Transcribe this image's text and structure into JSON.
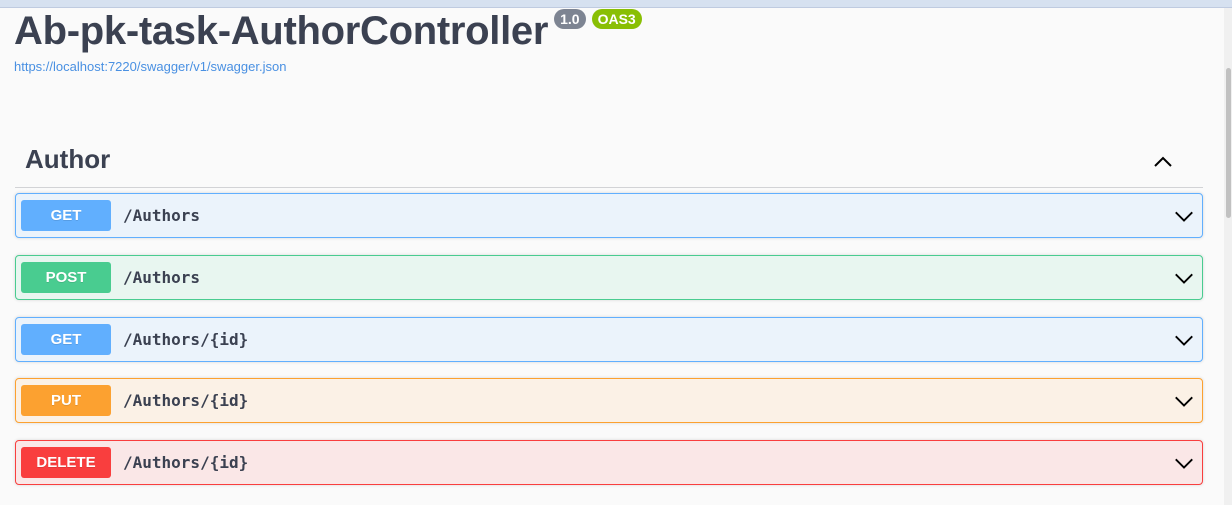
{
  "info": {
    "title": "Ab-pk-task-AuthorController",
    "version": "1.0",
    "oas": "OAS3",
    "url": "https://localhost:7220/swagger/v1/swagger.json"
  },
  "tag": {
    "name": "Author"
  },
  "operations": [
    {
      "method": "GET",
      "path": "/Authors"
    },
    {
      "method": "POST",
      "path": "/Authors"
    },
    {
      "method": "GET",
      "path": "/Authors/{id}"
    },
    {
      "method": "PUT",
      "path": "/Authors/{id}"
    },
    {
      "method": "DELETE",
      "path": "/Authors/{id}"
    }
  ],
  "icons": {
    "collapse": "chevron-up-icon",
    "expand": "chevron-down-icon"
  },
  "colors": {
    "get": "#61affe",
    "post": "#49cc90",
    "put": "#fca130",
    "delete": "#f93e3e",
    "link": "#4990e2"
  }
}
